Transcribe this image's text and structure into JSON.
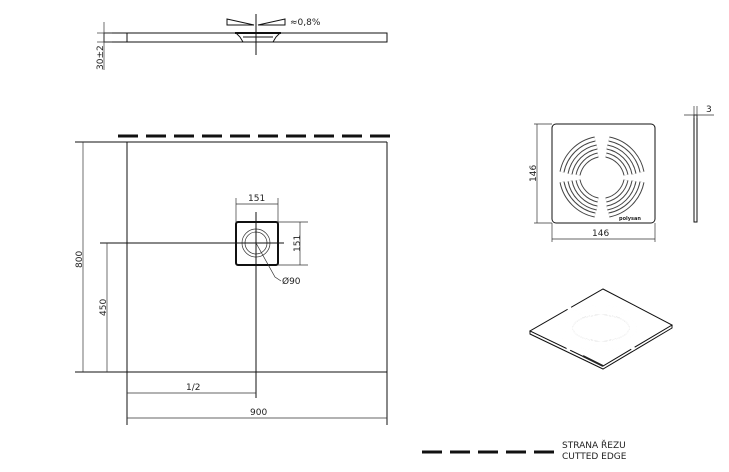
{
  "drawing": {
    "side_view": {
      "slope_label": "≈0,8%",
      "height_dim": "30±2"
    },
    "plan_view": {
      "width_dim": "900",
      "depth_dim": "800",
      "drain_offset_dim": "450",
      "half_dim": "1/2",
      "drain_box_width": "151",
      "drain_box_height": "151",
      "drain_diameter": "Ø90"
    },
    "grate_detail": {
      "width_dim": "146",
      "height_dim": "146",
      "thickness_dim": "3",
      "brand": "polysan"
    },
    "legend": {
      "line1": "STRANA ŘEZU",
      "line2": "CUTTED EDGE"
    }
  }
}
